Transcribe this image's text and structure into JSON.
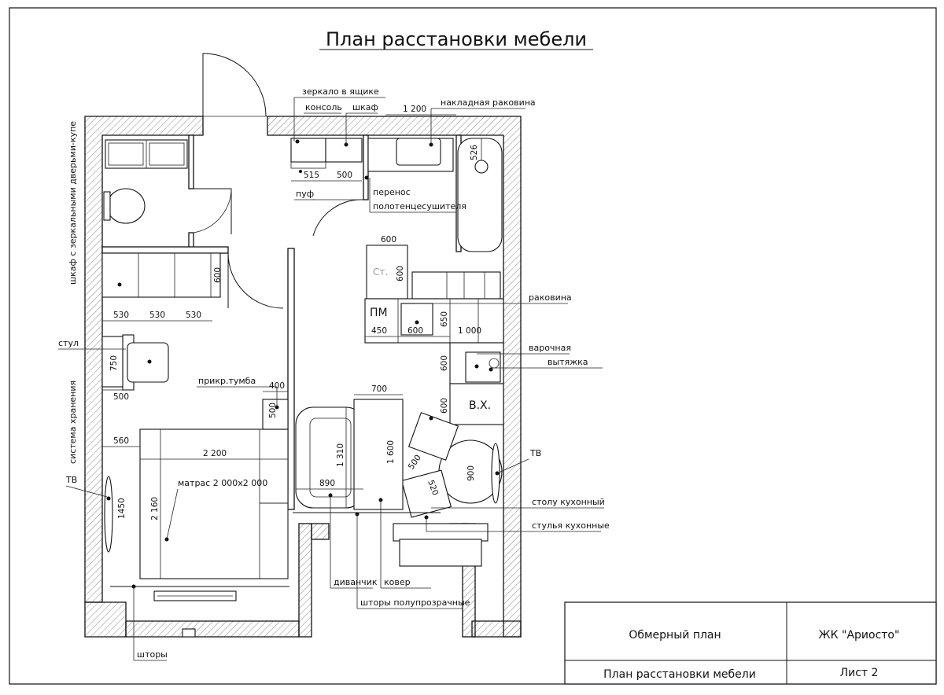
{
  "title": "План расстановки мебели",
  "labels": {
    "mirror_box": "зеркало в ящике",
    "console": "консоль",
    "cabinet": "шкаф",
    "overlay_sink": "накладная раковина",
    "pouf": "пуф",
    "towel_move_1": "перенос",
    "towel_move_2": "полотенцесушителя",
    "wardrobe": "шкаф с зеркальными дверьми-купе",
    "chair": "стул",
    "storage": "система хранения",
    "tv_left": "ТВ",
    "bedside": "прикр.тумба",
    "mattress": "матрас 2 000х2 000",
    "sink": "раковина",
    "hob": "варочная",
    "hood": "вытяжка",
    "pm": "ПМ",
    "st": "Ст.",
    "vh": "В.Х.",
    "tv_right": "ТВ",
    "kitchen_table": "столу кухонный",
    "kitchen_chairs": "стулья кухонные",
    "sofa": "диванчик",
    "carpet": "ковер",
    "sheer_curtains": "шторы полупрозрачные",
    "curtains": "шторы"
  },
  "dims": {
    "d1200": "1 200",
    "d515": "515",
    "d500a": "500",
    "d526": "526",
    "d600a": "600",
    "d600b": "600",
    "d600c": "600",
    "d530a": "530",
    "d530b": "530",
    "d530c": "530",
    "d750": "750",
    "d500b": "500",
    "d400": "400",
    "d500c": "500",
    "d560": "560",
    "d2200": "2 200",
    "d2160": "2 160",
    "d1450": "1450",
    "d450": "450",
    "d600d": "600",
    "d650": "650",
    "d1000": "1 000",
    "d600e": "600",
    "d600f": "600",
    "d700": "700",
    "d1310": "1 310",
    "d1600": "1 600",
    "d890": "890",
    "d500d": "500",
    "d520": "520",
    "d900": "900"
  },
  "stamp": {
    "plan_type": "Обмерный план",
    "project": "ЖК \"Ариосто\"",
    "sheet_name": "План расстановки мебели",
    "sheet_no": "Лист 2"
  }
}
